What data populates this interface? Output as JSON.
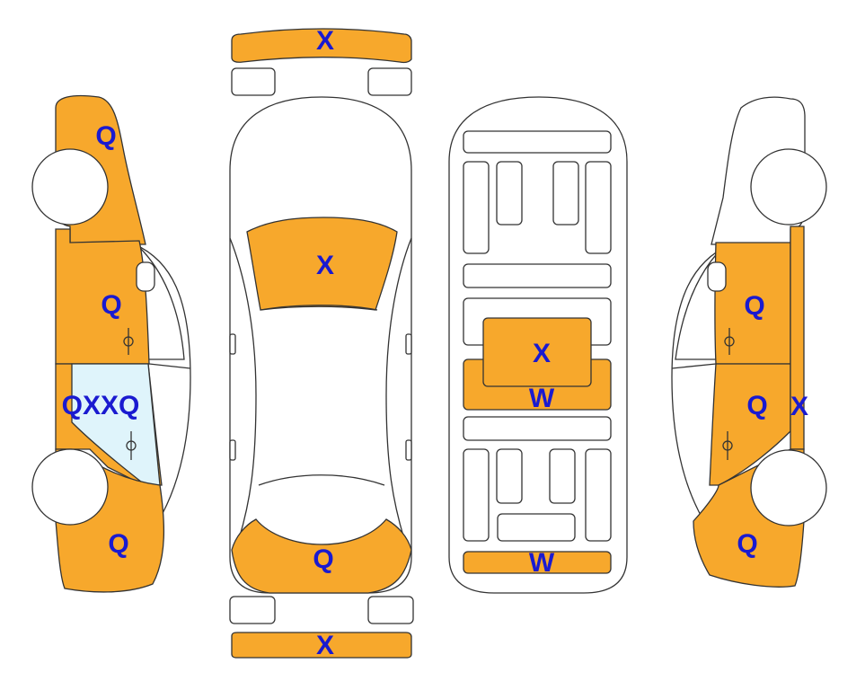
{
  "colors": {
    "damage_fill": "#f7a82c",
    "glass_fill": "#dff4fb",
    "outline": "#333333",
    "label": "#1a1ad0"
  },
  "labels": {
    "front_bumper": "X",
    "hood": "X",
    "trunk_lid": "Q",
    "rear_bumper": "X",
    "roof": "X",
    "cabin_floor": "W",
    "rear_floor": "W",
    "left_front_fender": "Q",
    "left_front_door": "Q",
    "left_rear_door": "QXXQ",
    "left_rear_quarter": "Q",
    "right_front_door": "Q",
    "right_rear_door": "Q",
    "right_rocker": "X",
    "right_rear_quarter": "Q"
  }
}
